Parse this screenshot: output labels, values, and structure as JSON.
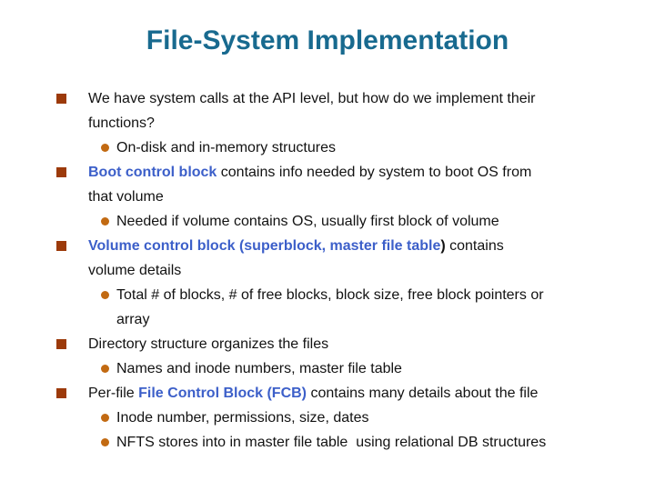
{
  "slide": {
    "title": "File-System Implementation",
    "colors": {
      "background": "#ffffff",
      "title": "#186a8f",
      "body": "#121212",
      "accent_blue": "#3c5fc9",
      "square_bullet": "#9c3a0a",
      "round_bullet": "#c26a12"
    },
    "bullets": [
      {
        "segments": {
          "s0": "We have system calls at the API level, but how do we implement their\nfunctions?"
        },
        "subs": [
          {
            "text": "On-disk and in-memory structures"
          }
        ]
      },
      {
        "segments": {
          "s0": "Boot control block",
          "s1": " contains info needed by system to boot OS from\nthat volume"
        },
        "subs": [
          {
            "text": "Needed if volume contains OS, usually first block of volume"
          }
        ]
      },
      {
        "segments": {
          "s0": "Volume control block (superblock, master file table",
          "s1": ")",
          "s2": " contains\nvolume details"
        },
        "subs": [
          {
            "text": "Total # of blocks, # of free blocks, block size, free block pointers or\narray"
          }
        ]
      },
      {
        "segments": {
          "s0": "Directory structure organizes the files"
        },
        "subs": [
          {
            "text": "Names and inode numbers, master file table"
          }
        ]
      },
      {
        "segments": {
          "s0": "Per-file ",
          "s1": "File Control Block (FCB)",
          "s2": " contains many details about the file"
        },
        "subs": [
          {
            "text": "Inode number, permissions, size, dates"
          },
          {
            "text": "NFTS stores into in master file table  using relational DB structures"
          }
        ]
      }
    ]
  }
}
